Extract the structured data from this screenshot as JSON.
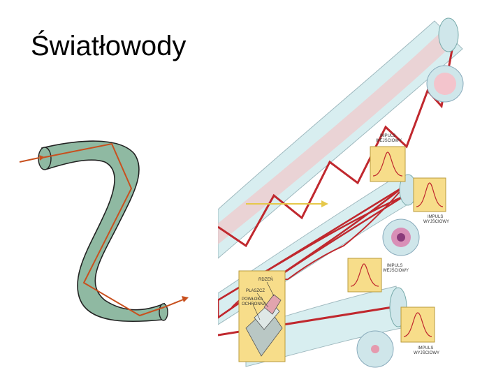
{
  "title": "Światłowody",
  "labels": {
    "impuls_wejsciowy_1": [
      "IMPULS",
      "WEJŚCIOWY"
    ],
    "impuls_wyjsciowy_1": [
      "IMPULS",
      "WYJŚCIOWY"
    ],
    "impuls_wejsciowy_2": [
      "IMPULS",
      "WEJŚCIOWY"
    ],
    "impuls_wyjsciowy_2": [
      "IMPULS",
      "WYJŚCIOWY"
    ],
    "rdzen": "RDZEŃ",
    "plaszcz": "PŁASZCZ",
    "powloka": [
      "POWŁOKA",
      "OCHRONNA"
    ]
  },
  "colors": {
    "fiber_green": "#8fb9a2",
    "ray_orange": "#c8501e",
    "ray_red": "#c0282e",
    "pulse_yellow": "#f7dd8a",
    "cable_blue": "#cfe6ea"
  }
}
